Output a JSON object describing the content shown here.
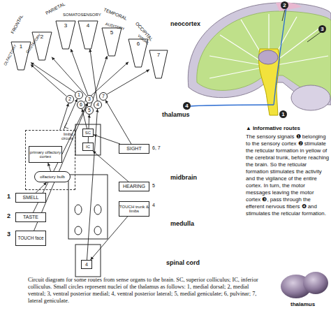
{
  "diagram": {
    "caption": "Circuit diagram for some routes from sense organs to the brain. SC, superior colliculus; IC, inferior colliculus. Small circles represent nuclei of the thalamus as follows: 1, medial dorsal; 2, medial ventral; 3, ventral posterior medial; 4, ventral posterior lateral; 5, medial geniculate; 6, pulvinar; 7, lateral geniculate.",
    "nodes": [
      {
        "text": [
          "1"
        ]
      },
      {
        "text": [
          "2"
        ]
      },
      {
        "text": [
          "3"
        ]
      },
      {
        "text": [
          "4"
        ]
      },
      {
        "text": [
          "5"
        ]
      },
      {
        "text": [
          "6"
        ]
      },
      {
        "text": [
          "7"
        ]
      },
      {
        "text": [
          "2"
        ]
      },
      {
        "text": [
          "1"
        ]
      },
      {
        "text": [
          "6"
        ]
      },
      {
        "text": [
          "3"
        ]
      },
      {
        "text": [
          "4"
        ]
      },
      {
        "text": [
          "7"
        ]
      },
      {
        "text": [
          "5"
        ]
      },
      {
        "text": [
          "limbic circuits"
        ]
      },
      {
        "text": [
          "primary olfactory cortex"
        ],
        "in": 14
      },
      {
        "text": [
          "olfactory bulb"
        ],
        "in": 14
      },
      {
        "text": [
          "SC"
        ]
      },
      {
        "text": [
          "IC"
        ]
      },
      {
        "text": [
          "1",
          "SMELL"
        ]
      },
      {
        "text": [
          "2",
          "TASTE"
        ]
      },
      {
        "text": [
          "3",
          "TOUCH face"
        ]
      },
      {
        "text": [
          "SIGHT",
          "6, 7"
        ]
      },
      {
        "text": [
          "HEARING",
          "5"
        ]
      },
      {
        "text": [
          "TOUCH trunk & limbs",
          "4"
        ]
      },
      {
        "text": [
          "4"
        ]
      }
    ],
    "edges": [
      {
        "from": 19,
        "to": 16,
        "arrow": "to"
      },
      {
        "from": 16,
        "to": 15,
        "arrow": "to"
      },
      {
        "from": 14,
        "to": 8,
        "arrow": "to"
      },
      {
        "from": 8,
        "to": 0,
        "arrow": "to"
      },
      {
        "from": 14,
        "to": 7,
        "arrow": "to"
      },
      {
        "from": 7,
        "to": 0,
        "arrow": "to"
      },
      {
        "from": 20,
        "to": 10,
        "arrow": "to"
      },
      {
        "from": 21,
        "to": 10,
        "arrow": "to"
      },
      {
        "from": 10,
        "to": 1,
        "arrow": "to"
      },
      {
        "from": 10,
        "to": 2,
        "arrow": "to"
      },
      {
        "from": 24,
        "to": 25,
        "arrow": "to"
      },
      {
        "from": 25,
        "to": 11,
        "arrow": "to"
      },
      {
        "from": 11,
        "to": 3,
        "arrow": "to"
      },
      {
        "from": 23,
        "to": 18,
        "arrow": "to"
      },
      {
        "from": 18,
        "to": 13,
        "arrow": "to"
      },
      {
        "from": 13,
        "to": 4,
        "arrow": "to"
      },
      {
        "from": 22,
        "to": 17,
        "arrow": "to"
      },
      {
        "from": 17,
        "to": 9,
        "arrow": "to"
      },
      {
        "from": 9,
        "to": 5,
        "arrow": "to"
      },
      {
        "from": 22,
        "to": 12,
        "arrow": "to"
      },
      {
        "from": 12,
        "to": 6,
        "arrow": "to"
      }
    ],
    "labels": [
      "FRONTAL",
      "PARIETAL",
      "SOMATOSENSORY",
      "TEMPORAL",
      "OCCIPITAL",
      "OLFACTORY",
      "GUSTATORY",
      "AUDITORY",
      "VISUAL",
      "neocortex",
      "thalamus",
      "midbrain",
      "medulla",
      "spinal cord",
      "2",
      "3",
      "4",
      "1",
      "▲ Informative routes",
      "The sensory signals ❶ belonging to the sensory cortex ❷ stimulate the reticular formation in yellow of the cerebral trunk, before reaching the brain. So the reticular formation stimulates the activity and the vigilance of the entire cortex. In turn, the motor messages leaving the motor cortex ❸, pass through the efferent nervous fibers ❹ and stimulates the reticular formation.",
      "thalamus"
    ]
  }
}
